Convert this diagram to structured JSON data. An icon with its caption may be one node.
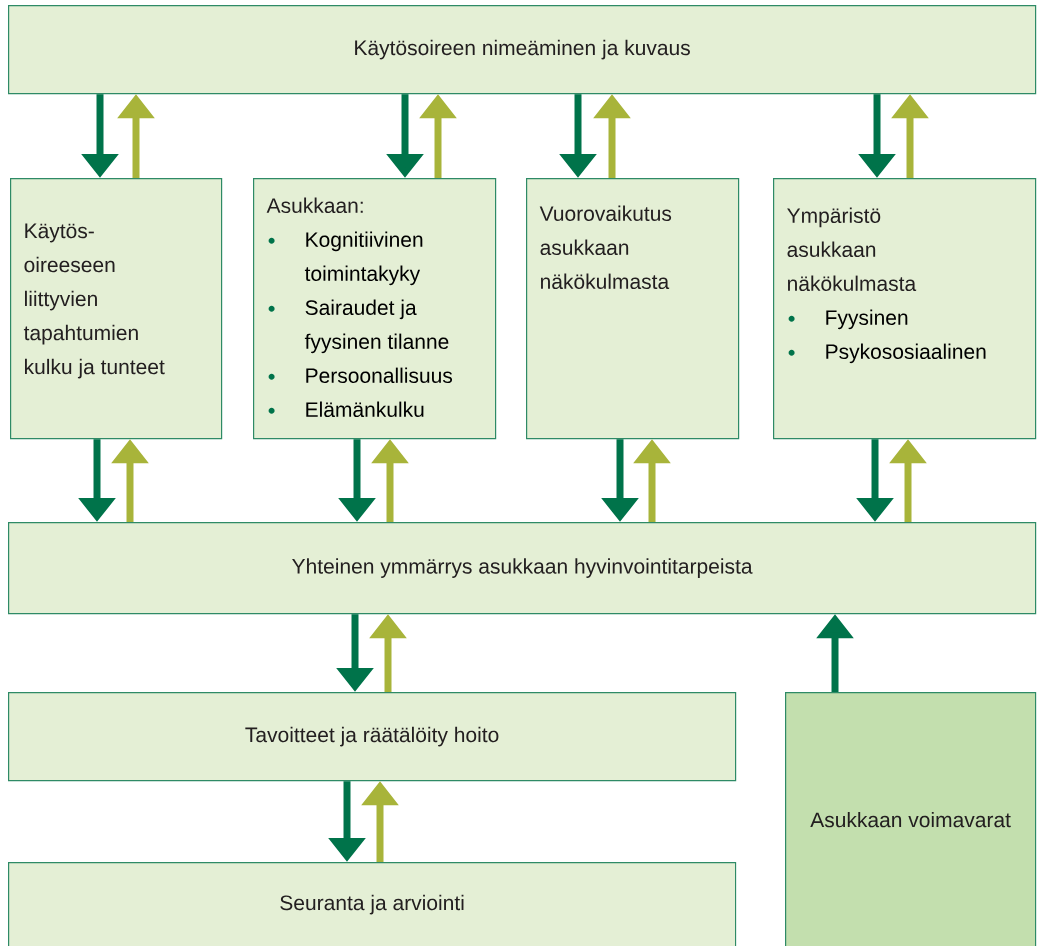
{
  "diagram": {
    "nodes": [
      {
        "text": [
          "Käytösoireen nimeäminen ja kuvaus"
        ]
      },
      {
        "text": [
          "Käytös- oireeseen liittyvien tapahtumien kulku ja tunteet"
        ]
      },
      {
        "text": [
          "Asukkaan:",
          "Kognitiivinen toimintakyky",
          "Sairaudet ja fyysinen tilanne",
          "Persoonallisuus",
          "Elämänkulku"
        ]
      },
      {
        "text": [
          "Vuorovaikutus asukkaan näkökulmasta"
        ]
      },
      {
        "text": [
          "Ympäristö asukkaan näkökulmasta",
          "Fyysinen",
          "Psykososiaalinen"
        ]
      },
      {
        "text": [
          "Yhteinen ymmärrys  asukkaan hyvinvointitarpeista"
        ]
      },
      {
        "text": [
          "Tavoitteet ja räätälöity hoito"
        ]
      },
      {
        "text": [
          "Seuranta ja arviointi"
        ]
      },
      {
        "text": [
          "Asukkaan voimavarat"
        ]
      }
    ],
    "edges": [
      {
        "from": 0,
        "to": 1,
        "arrow": "to"
      },
      {
        "from": 1,
        "to": 0,
        "arrow": "to",
        "color": "#a8b43a"
      },
      {
        "from": 0,
        "to": 2,
        "arrow": "to"
      },
      {
        "from": 2,
        "to": 0,
        "arrow": "to",
        "color": "#a8b43a"
      },
      {
        "from": 0,
        "to": 3,
        "arrow": "to"
      },
      {
        "from": 3,
        "to": 0,
        "arrow": "to",
        "color": "#a8b43a"
      },
      {
        "from": 0,
        "to": 4,
        "arrow": "to"
      },
      {
        "from": 4,
        "to": 0,
        "arrow": "to",
        "color": "#a8b43a"
      },
      {
        "from": 1,
        "to": 5,
        "arrow": "to"
      },
      {
        "from": 5,
        "to": 1,
        "arrow": "to",
        "color": "#a8b43a"
      },
      {
        "from": 2,
        "to": 5,
        "arrow": "to"
      },
      {
        "from": 5,
        "to": 2,
        "arrow": "to",
        "color": "#a8b43a"
      },
      {
        "from": 3,
        "to": 5,
        "arrow": "to"
      },
      {
        "from": 5,
        "to": 3,
        "arrow": "to",
        "color": "#a8b43a"
      },
      {
        "from": 4,
        "to": 5,
        "arrow": "to"
      },
      {
        "from": 5,
        "to": 4,
        "arrow": "to",
        "color": "#a8b43a"
      },
      {
        "from": 5,
        "to": 6,
        "arrow": "to"
      },
      {
        "from": 6,
        "to": 5,
        "arrow": "to",
        "color": "#a8b43a"
      },
      {
        "from": 6,
        "to": 7,
        "arrow": "to"
      },
      {
        "from": 7,
        "to": 6,
        "arrow": "to",
        "color": "#a8b43a"
      },
      {
        "from": 8,
        "to": 5,
        "arrow": "to"
      }
    ]
  }
}
